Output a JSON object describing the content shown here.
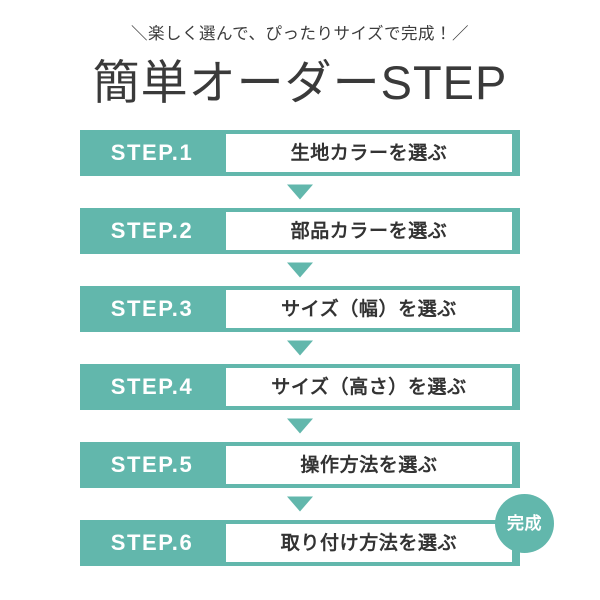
{
  "header": {
    "kicker": "＼楽しく選んで、ぴったりサイズで完成！／",
    "title": "簡単オーダーSTEP"
  },
  "theme": {
    "teal": "#62b7ac",
    "text_dark": "#333333",
    "title_gray": "#3a3a3a",
    "panel_white": "#ffffff"
  },
  "steps": [
    {
      "label": "STEP.1",
      "text": "生地カラーを選ぶ"
    },
    {
      "label": "STEP.2",
      "text": "部品カラーを選ぶ"
    },
    {
      "label": "STEP.3",
      "text": "サイズ（幅）を選ぶ"
    },
    {
      "label": "STEP.4",
      "text": "サイズ（高さ）を選ぶ"
    },
    {
      "label": "STEP.5",
      "text": "操作方法を選ぶ"
    },
    {
      "label": "STEP.6",
      "text": "取り付け方法を選ぶ"
    }
  ],
  "badge": {
    "text": "完成"
  }
}
